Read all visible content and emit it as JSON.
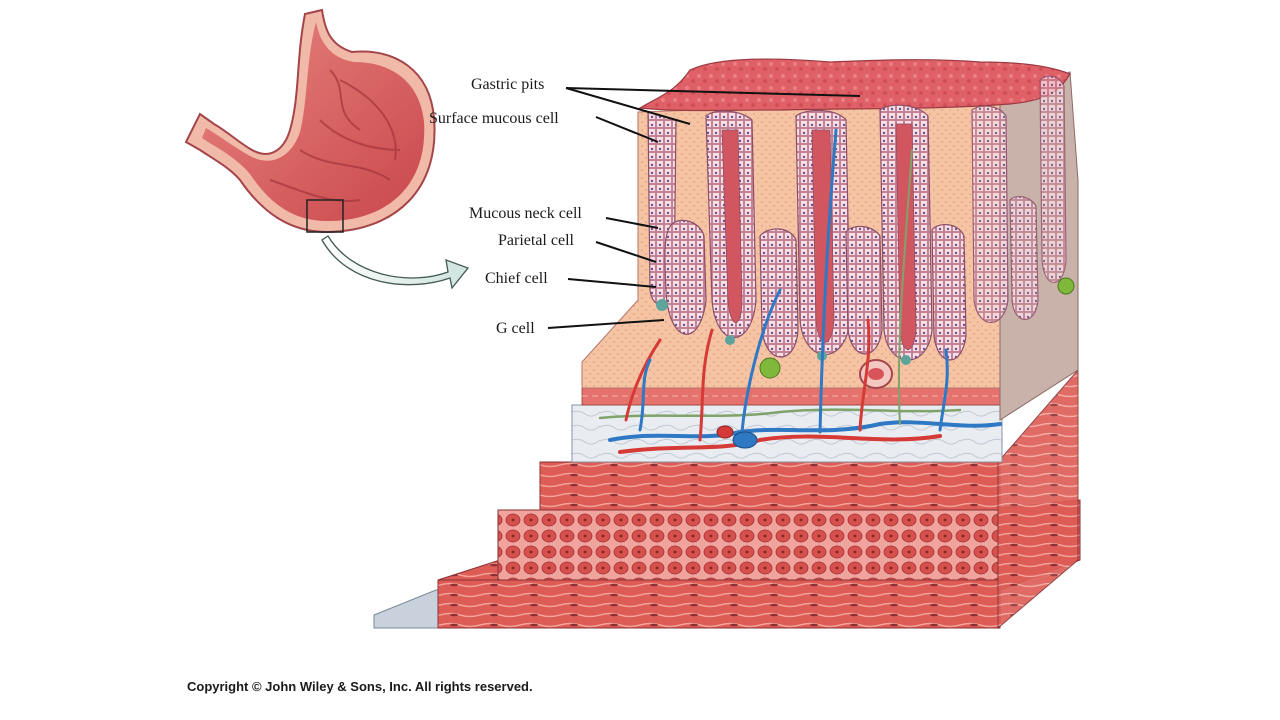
{
  "labels": {
    "gastric_pits": "Gastric pits",
    "surface_mucous_cell": "Surface mucous cell",
    "mucous_neck_cell": "Mucous neck cell",
    "parietal_cell": "Parietal cell",
    "chief_cell": "Chief cell",
    "g_cell": "G cell"
  },
  "copyright": "Copyright © John Wiley & Sons, Inc. All rights reserved.",
  "colors": {
    "mucosa": "#e05a62",
    "lamina": "#f3c2a3",
    "muscle": "#d9544f",
    "submucosa": "#e9edf1",
    "vein": "#2f78c4",
    "artery": "#d63a36",
    "nerve": "#7fa36a"
  }
}
